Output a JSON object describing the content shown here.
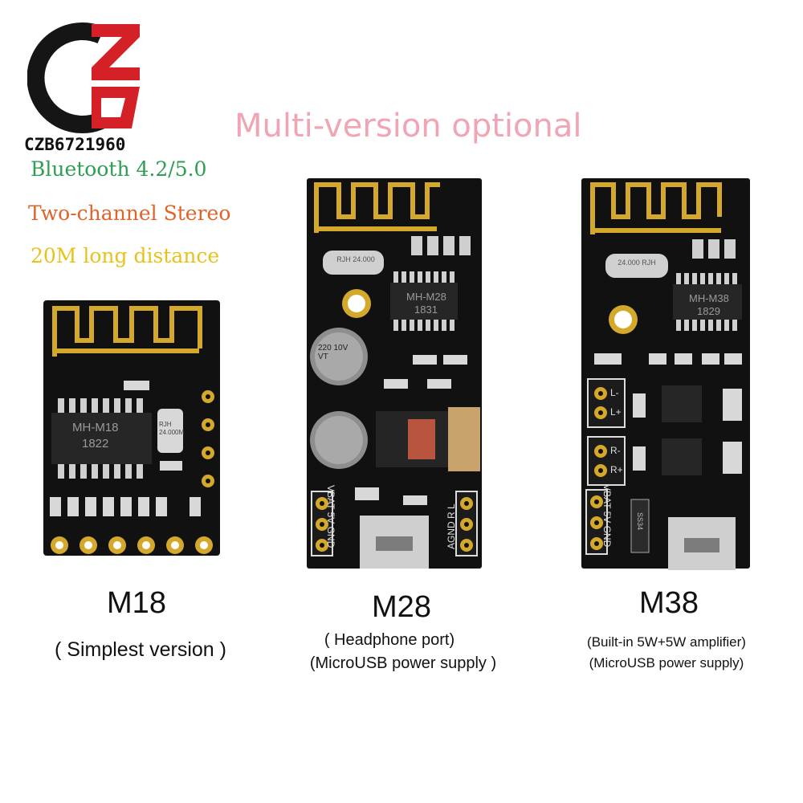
{
  "brand": {
    "logo_text": "CZB6721960"
  },
  "headline": "Multi-version optional",
  "features": [
    {
      "text": "Bluetooth 4.2/5.0",
      "color": "#2e9e52"
    },
    {
      "text": "Two-channel Stereo",
      "color": "#e0632a"
    },
    {
      "text": "20M long distance",
      "color": "#e7c21c"
    }
  ],
  "colors": {
    "headline": "#f0a5b3",
    "logo_red": "#d42127",
    "logo_black": "#151515",
    "gold": "#d4a82a",
    "pcb": "#111111"
  },
  "boards": [
    {
      "model": "M18",
      "chip_label": "MH-M18",
      "chip_code": "1822",
      "crystal_label": "RJH 24.000M",
      "notes": [
        "( Simplest version )"
      ]
    },
    {
      "model": "M28",
      "chip_label": "MH-M28",
      "chip_code": "1831",
      "crystal_label": "RJH 24.000",
      "cap_label": "220 10V VT",
      "left_pins": "VBAT 5V GND",
      "right_pins": "AGND R L",
      "notes": [
        "( Headphone port)",
        "(MicroUSB power supply )"
      ]
    },
    {
      "model": "M38",
      "chip_label": "MH-M38",
      "chip_code": "1829",
      "crystal_label": "24.000 RJH",
      "pin_l_minus": "L-",
      "pin_l_plus": "L+",
      "pin_r_minus": "R-",
      "pin_r_plus": "R+",
      "left_pins": "VBAT 5V GND",
      "diode_label": "SS34",
      "notes": [
        "(Built-in 5W+5W amplifier)",
        "(MicroUSB power supply)"
      ]
    }
  ]
}
